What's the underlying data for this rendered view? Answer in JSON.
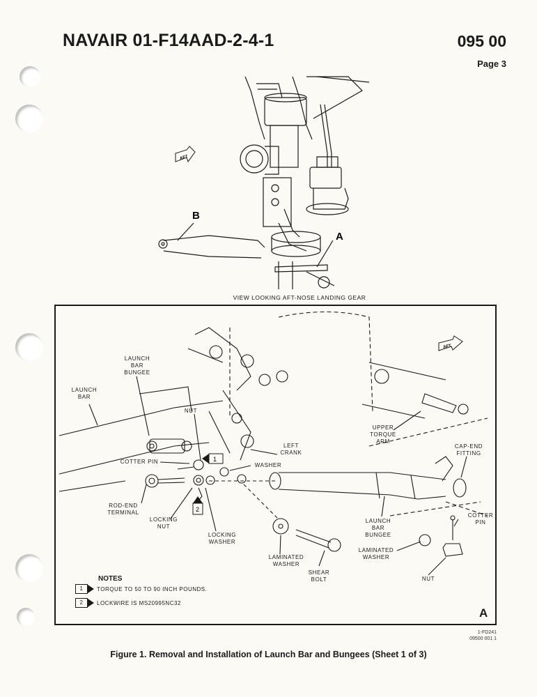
{
  "header": {
    "title": "NAVAIR 01-F14AAD-2-4-1",
    "code": "095 00",
    "page": "Page 3"
  },
  "view": {
    "caption": "VIEW LOOKING AFT-NOSE LANDING GEAR",
    "label_b": "B",
    "label_a": "A",
    "aft_arrow": "AFT"
  },
  "detail": {
    "aft_arrow": "AFT",
    "corner_letter": "A",
    "labels": {
      "launch_bar_bungee": "LAUNCH\nBAR\nBUNGEE",
      "launch_bar": "LAUNCH\nBAR",
      "nut_top": "NUT",
      "left_crank": "LEFT\nCRANK",
      "washer": "WASHER",
      "cotter_pin_left": "COTTER PIN",
      "rod_end_terminal": "ROD-END\nTERMINAL",
      "locking_nut": "LOCKING\nNUT",
      "locking_washer": "LOCKING\nWASHER",
      "upper_torque_arm": "UPPER\nTORQUE\nARM",
      "cap_end_fitting": "CAP-END\nFITTING",
      "launch_bar_bungee_right": "LAUNCH\nBAR\nBUNGEE",
      "cotter_pin_right": "COTTER\nPIN",
      "laminated_washer_right": "LAMINATED\nWASHER",
      "nut_right": "NUT",
      "laminated_washer_center": "LAMINATED\nWASHER",
      "shear_bolt": "SHEAR\nBOLT"
    },
    "callouts": [
      "1",
      "2"
    ]
  },
  "notes": {
    "title": "NOTES",
    "items": [
      {
        "num": "1",
        "text": "TORQUE TO 50 TO 90 INCH POUNDS."
      },
      {
        "num": "2",
        "text": "LOCKWIRE IS MS20995NC32"
      }
    ]
  },
  "ref": {
    "line1": "1-FD241",
    "line2": "09500 001 1"
  },
  "figure_caption": "Figure 1. Removal and Installation of Launch Bar and Bungees (Sheet 1 of 3)"
}
